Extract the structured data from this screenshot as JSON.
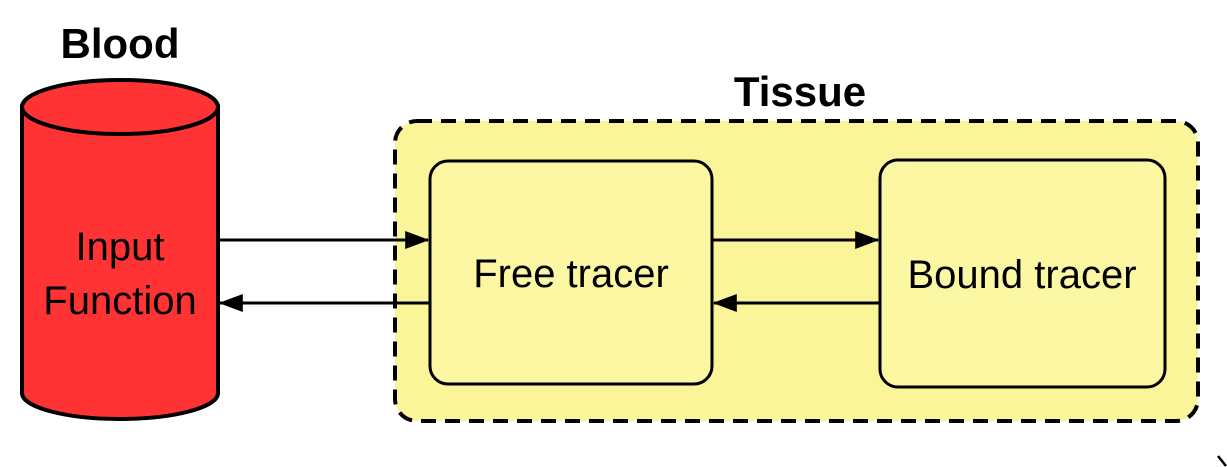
{
  "diagram": {
    "type": "compartment-model",
    "blood": {
      "title": "Blood",
      "label_line1": "Input",
      "label_line2": "Function",
      "shape": "cylinder"
    },
    "tissue": {
      "title": "Tissue",
      "shape": "dashed-rounded-rect"
    },
    "compartments": {
      "free": {
        "label": "Free tracer"
      },
      "bound": {
        "label": "Bound tracer"
      }
    },
    "arrows": [
      {
        "from": "Blood",
        "to": "Free tracer"
      },
      {
        "from": "Free tracer",
        "to": "Blood"
      },
      {
        "from": "Free tracer",
        "to": "Bound tracer"
      },
      {
        "from": "Bound tracer",
        "to": "Free tracer"
      }
    ],
    "colors": {
      "blood_fill": "#FF3333",
      "tissue_fill": "#FAF599",
      "box_fill": "#FBF7A2",
      "outline": "#000000",
      "text": "#000000",
      "background": "#FFFFFF"
    }
  }
}
